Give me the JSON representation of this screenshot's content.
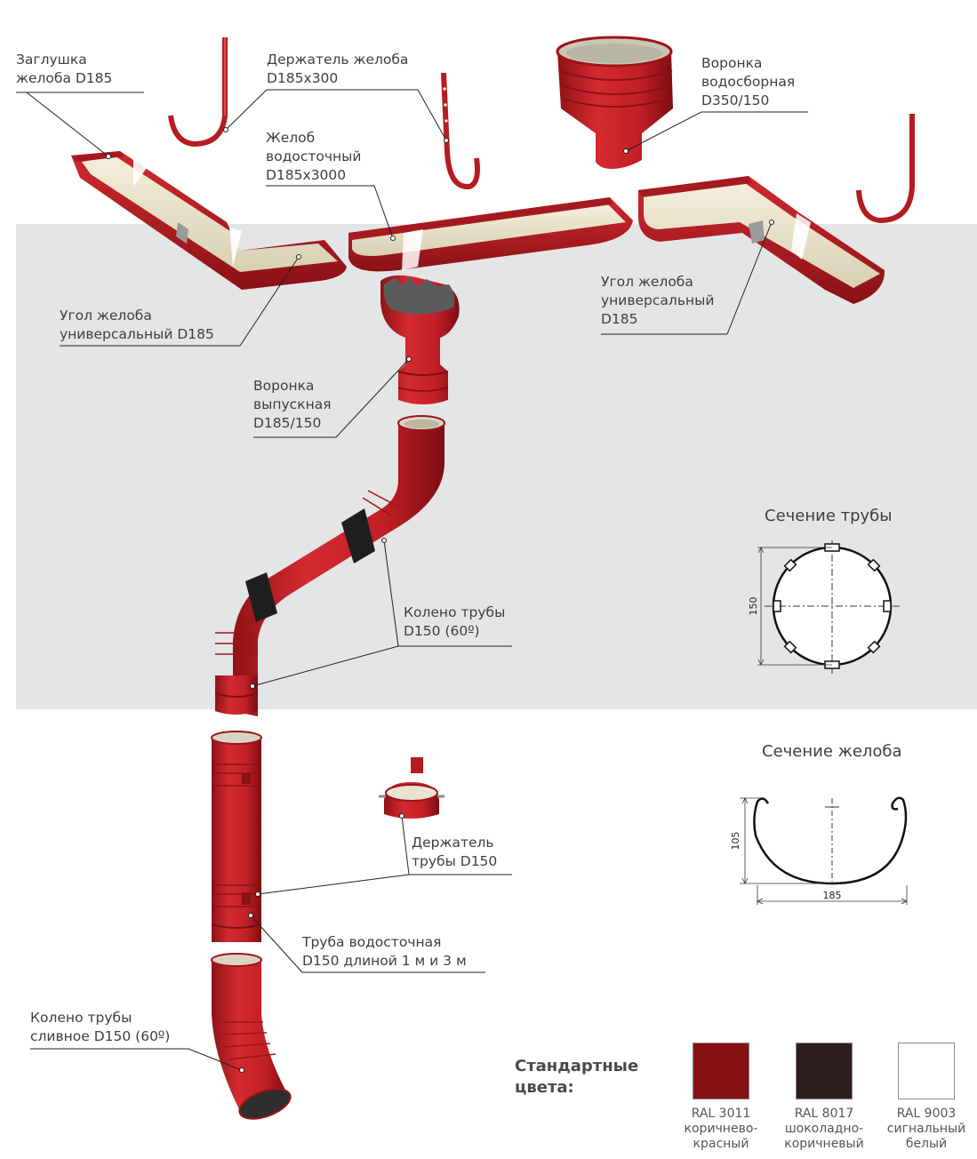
{
  "labels": {
    "end_cap": [
      "Заглушка",
      "желоба D185"
    ],
    "gutter_holder": [
      "Держатель желоба",
      "D185x300"
    ],
    "collector_funnel": [
      "Воронка",
      "водосборная",
      "D350/150"
    ],
    "gutter": [
      "Желоб",
      "водосточный",
      "D185x3000"
    ],
    "corner_left": [
      "Угол желоба",
      "универсальный D185"
    ],
    "corner_right": [
      "Угол желоба",
      "универсальный",
      "D185"
    ],
    "outlet_funnel": [
      "Воронка",
      "выпускная",
      "D185/150"
    ],
    "pipe_elbow": [
      "Колено трубы",
      "D150 (60º)"
    ],
    "pipe_holder": [
      "Держатель",
      "трубы D150"
    ],
    "downpipe": [
      "Труба водосточная",
      "D150 длиной 1 м и 3 м"
    ],
    "drain_elbow": [
      "Колено трубы",
      "сливное D150 (60º)"
    ]
  },
  "sections": {
    "pipe": {
      "title": "Сечение трубы",
      "dimension": "150"
    },
    "gutter": {
      "title": "Сечение желоба",
      "height": "105",
      "width": "185"
    }
  },
  "standard_colors": {
    "title": [
      "Стандартные",
      "цвета:"
    ],
    "items": [
      {
        "code": "RAL 3011",
        "name": [
          "коричнево-",
          "красный"
        ],
        "hex": "#861014"
      },
      {
        "code": "RAL 8017",
        "name": [
          "шоколадно-",
          "коричневый"
        ],
        "hex": "#2d1e1d"
      },
      {
        "code": "RAL 9003",
        "name": [
          "сигнальный",
          "белый"
        ],
        "hex": "#ffffff"
      }
    ]
  },
  "palette": {
    "product_red": "#c8222a",
    "product_dark": "#9c1419",
    "inner_cream": "#ece6cf",
    "band_gray": "#e4e5e7"
  }
}
